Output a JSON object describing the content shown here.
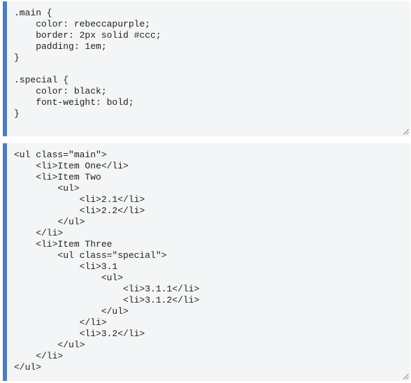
{
  "css_editor": {
    "lines": [
      ".main {",
      "    color: rebeccapurple;",
      "    border: 2px solid #ccc;",
      "    padding: 1em;",
      "}",
      "",
      ".special {",
      "    color: black;",
      "    font-weight: bold;",
      "}"
    ]
  },
  "html_editor": {
    "lines": [
      "<ul class=\"main\">",
      "    <li>Item One</li>",
      "    <li>Item Two",
      "        <ul>",
      "            <li>2.1</li>",
      "            <li>2.2</li>",
      "        </ul>",
      "    </li>",
      "    <li>Item Three",
      "        <ul class=\"special\">",
      "            <li>3.1",
      "                <ul>",
      "                    <li>3.1.1</li>",
      "                    <li>3.1.2</li>",
      "                </ul>",
      "            </li>",
      "            <li>3.2</li>",
      "        </ul>",
      "    </li>",
      "</ul>"
    ]
  },
  "colors": {
    "editor_background": "#f3f5f6",
    "accent_border": "#4f7db8",
    "code_text": "#1f1f1f"
  },
  "icons": {
    "resize": "resize-handle-icon"
  }
}
